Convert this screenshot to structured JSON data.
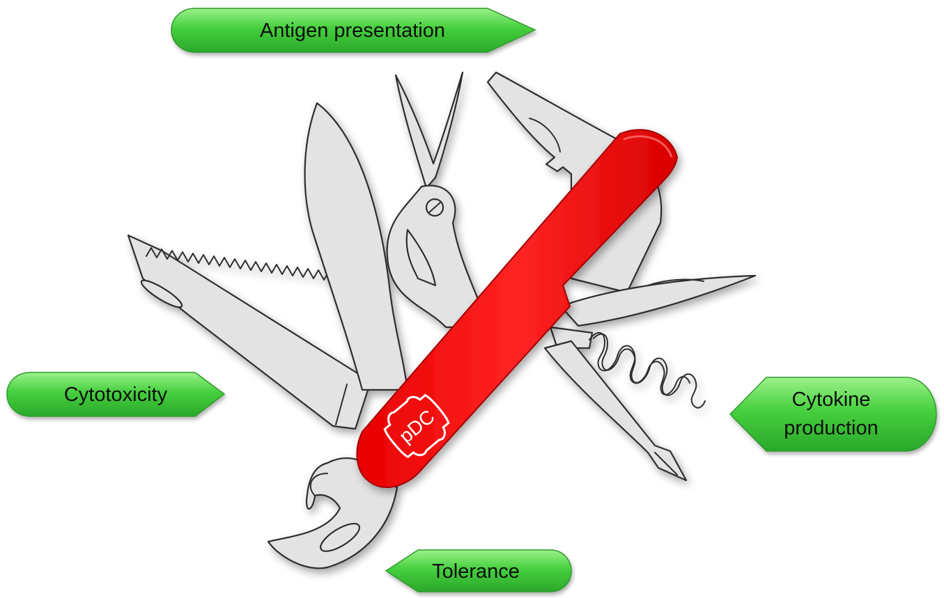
{
  "labels": {
    "antigen_presentation": "Antigen presentation",
    "cytotoxicity": "Cytotoxicity",
    "cytokine_line1": "Cytokine",
    "cytokine_line2": "production",
    "tolerance": "Tolerance"
  },
  "badge": {
    "text": "pDC"
  },
  "colors": {
    "arrow_fill": "#3cc83c",
    "arrow_highlight": "#8ef07e",
    "handle_red": "#ff1a1a",
    "tool_gray": "#e3e3e3",
    "outline": "#2e2e2e"
  }
}
